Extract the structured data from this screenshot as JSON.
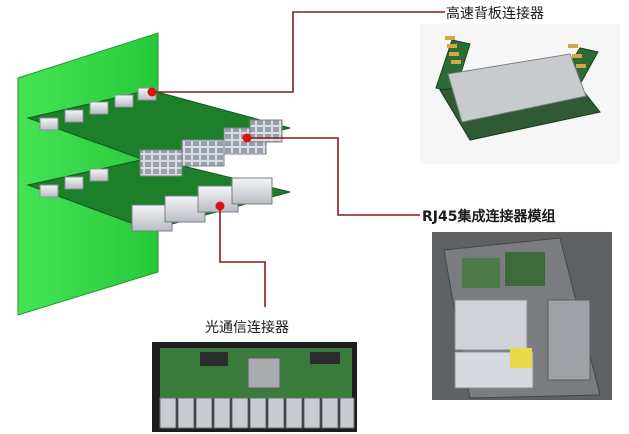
{
  "labels": {
    "high_speed_backplane": "高速背板连接器",
    "rj45_module": "RJ45集成连接器模组",
    "optical": "光通信连接器"
  },
  "colors": {
    "backplane_green": "#33dd44",
    "pcb_green": "#1f8a2e",
    "leader_line": "#8b1a1a",
    "marker_red": "#e01010"
  }
}
